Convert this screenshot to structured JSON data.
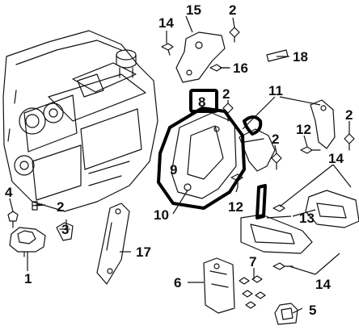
{
  "diagram": {
    "callouts": {
      "c1": "1",
      "c2a": "2",
      "c2b": "2",
      "c2c": "2",
      "c2d": "2",
      "c2e": "2",
      "c3": "3",
      "c4": "4",
      "c5": "5",
      "c6": "6",
      "c7": "7",
      "c8": "8",
      "c9": "9",
      "c10": "10",
      "c11": "11",
      "c12a": "12",
      "c12b": "12",
      "c13": "13",
      "c14a": "14",
      "c14b": "14",
      "c14c": "14",
      "c15": "15",
      "c16": "16",
      "c17": "17",
      "c18": "18"
    },
    "colors": {
      "line": "#111111",
      "highlight": "#000000",
      "paper": "#ffffff"
    }
  }
}
